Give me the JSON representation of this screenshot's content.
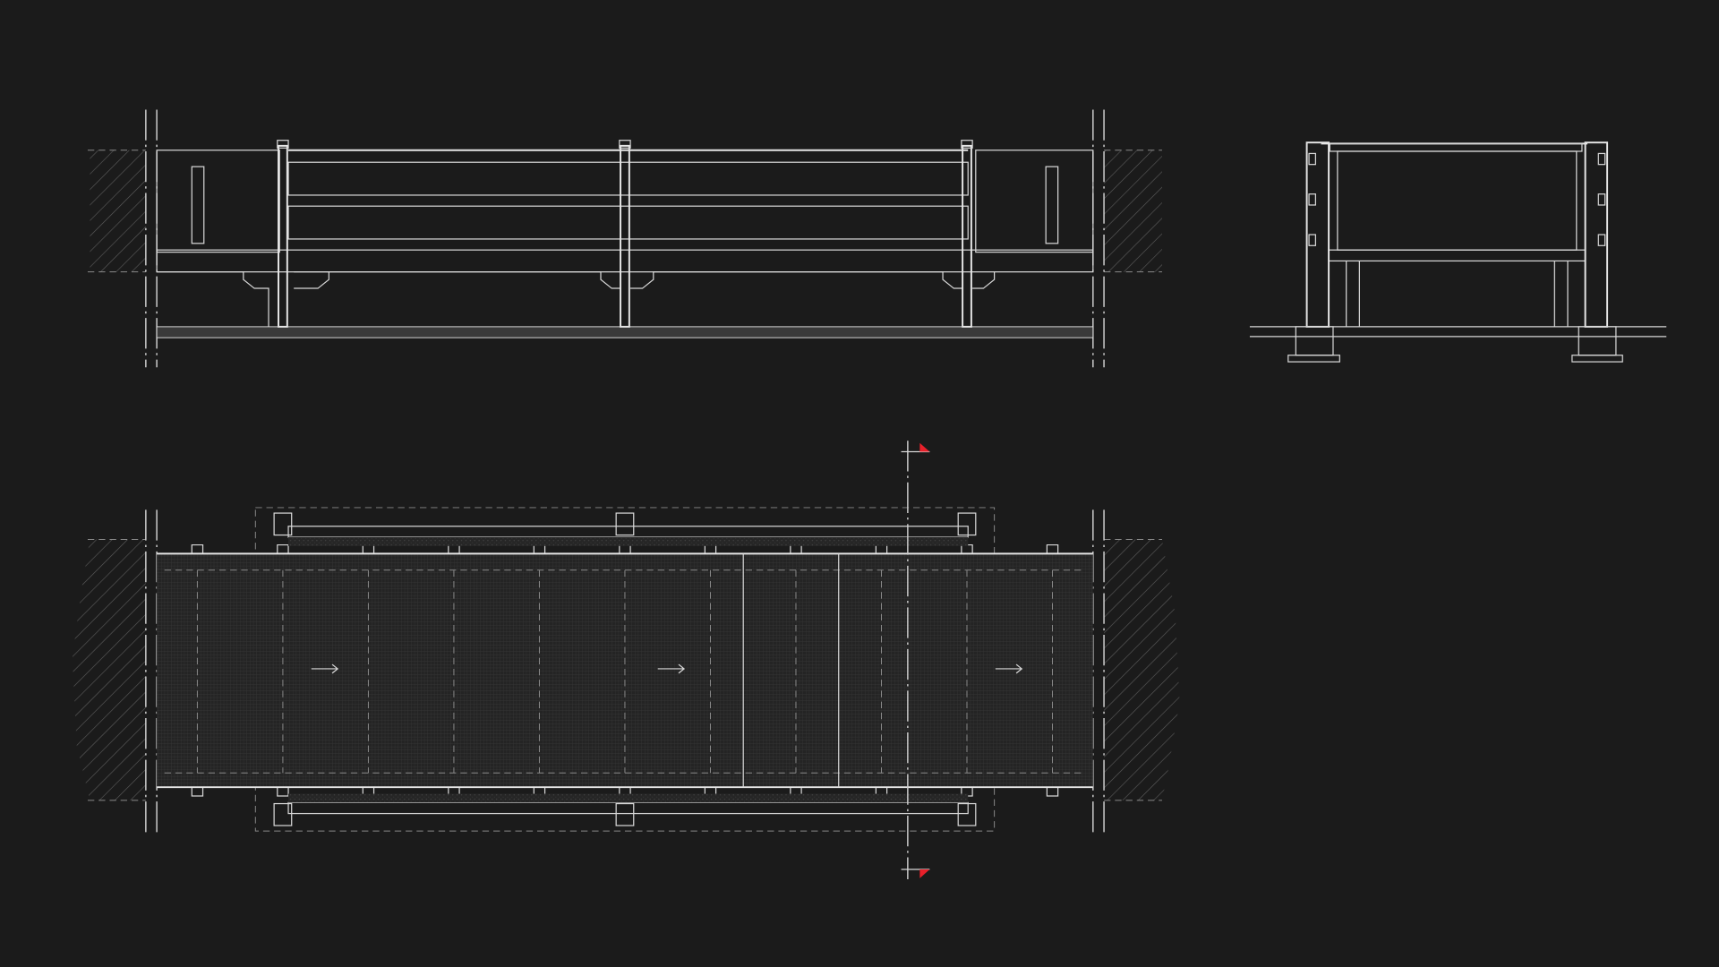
{
  "drawing": {
    "views": [
      "elevation",
      "cross-section",
      "plan"
    ],
    "colors": {
      "background": "#1b1b1b",
      "linework": "#d8d8d8",
      "section_marker": "#e8202a"
    },
    "section_markers": 2,
    "flow_arrows": 3
  }
}
